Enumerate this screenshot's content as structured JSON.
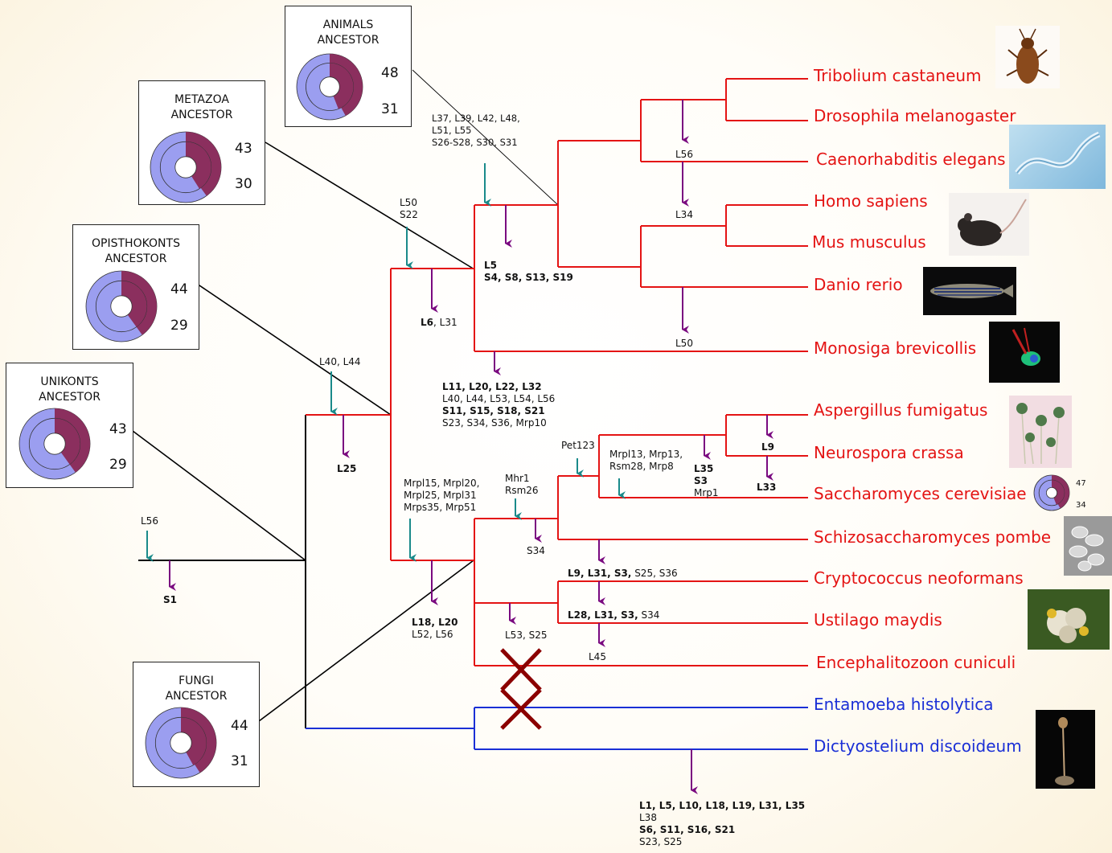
{
  "colors": {
    "animal_branch": "#e41414",
    "protist_branch": "#1a2fd6",
    "gain_arrow": "#1a8a8a",
    "loss_arrow": "#7a0a80",
    "donut_dark": "#8b2f5e",
    "donut_light": "#9b9ef0",
    "cross": "#8b0000"
  },
  "ancestors": [
    {
      "id": "animals",
      "title_line1": "ANIMALS",
      "title_line2": "ANCESTOR",
      "top_value": "48",
      "bottom_value": "31",
      "outer_fraction": 0.42,
      "inner_fraction": 0.44
    },
    {
      "id": "metazoa",
      "title_line1": "METAZOA",
      "title_line2": "ANCESTOR",
      "top_value": "43",
      "bottom_value": "30",
      "outer_fraction": 0.4,
      "inner_fraction": 0.41
    },
    {
      "id": "opisthokonts",
      "title_line1": "OPISTHOKONTS",
      "title_line2": "ANCESTOR",
      "top_value": "44",
      "bottom_value": "29",
      "outer_fraction": 0.4,
      "inner_fraction": 0.4
    },
    {
      "id": "unikonts",
      "title_line1": "UNIKONTS",
      "title_line2": "ANCESTOR",
      "top_value": "43",
      "bottom_value": "29",
      "outer_fraction": 0.4,
      "inner_fraction": 0.4
    },
    {
      "id": "fungi",
      "title_line1": "FUNGI",
      "title_line2": "ANCESTOR",
      "top_value": "44",
      "bottom_value": "31",
      "outer_fraction": 0.41,
      "inner_fraction": 0.42
    }
  ],
  "yeast_donut": {
    "top_value": "47",
    "bottom_value": "34",
    "outer_fraction": 0.42,
    "inner_fraction": 0.44
  },
  "species": [
    {
      "name": "Tribolium castaneum",
      "group": "animal",
      "icon": "beetle-photo"
    },
    {
      "name": "Drosophila melanogaster",
      "group": "animal",
      "icon": ""
    },
    {
      "name": "Caenorhabditis elegans",
      "group": "animal",
      "icon": "nematode-photo"
    },
    {
      "name": "Homo sapiens",
      "group": "animal",
      "icon": "mouse-photo"
    },
    {
      "name": "Mus musculus",
      "group": "animal",
      "icon": ""
    },
    {
      "name": "Danio rerio",
      "group": "animal",
      "icon": "zebrafish-photo"
    },
    {
      "name": "Monosiga brevicollis",
      "group": "animal",
      "icon": "choanoflagellate-photo"
    },
    {
      "name": "Aspergillus fumigatus",
      "group": "fungi",
      "icon": "aspergillus-photo"
    },
    {
      "name": "Neurospora crassa",
      "group": "fungi",
      "icon": ""
    },
    {
      "name": "Saccharomyces cerevisiae",
      "group": "fungi",
      "icon": "yeast-donut"
    },
    {
      "name": "Schizosaccharomyces pombe",
      "group": "fungi",
      "icon": "fission-yeast-photo"
    },
    {
      "name": "Cryptococcus neoformans",
      "group": "fungi",
      "icon": ""
    },
    {
      "name": "Ustilago maydis",
      "group": "fungi",
      "icon": "corn-smut-photo"
    },
    {
      "name": "Encephalitozoon cuniculi",
      "group": "fungi",
      "icon": ""
    },
    {
      "name": "Entamoeba histolytica",
      "group": "protist",
      "icon": ""
    },
    {
      "name": "Dictyostelium discoideum",
      "group": "protist",
      "icon": "slime-mold-photo"
    }
  ],
  "events": {
    "animals_gain": [
      "L37, L39, L42, L48,",
      "L51, L55",
      "S26-S28, S30, S31"
    ],
    "metazoa_gain": [
      "L50",
      "S22"
    ],
    "metazoa_loss": {
      "bold1": "L5",
      "bold2": "S4, S8, S13, S19"
    },
    "opisthokont_loss": {
      "bold": "L6",
      "plain": ", L31"
    },
    "holozoa_loss": {
      "bold1": "L11, L20, L22, L32",
      "plain1": "L40, L44, L53, L54, L56",
      "bold2": "S11, S15, S18, S21",
      "plain2": "S23, S34, S36, Mrp10"
    },
    "unikont_gain": "L40, L44",
    "unikont_loss": "L25",
    "outgroup_gain": "L56",
    "outgroup_loss": "S1",
    "fungi_gain": [
      "Mrpl15, Mrpl20,",
      "Mrpl25, Mrpl31",
      "Mrps35, Mrp51"
    ],
    "fungi_loss": {
      "bold": "L18, L20",
      "plain": "L52, L56"
    },
    "dikarya_gain": [
      "Mhr1",
      "Rsm26"
    ],
    "dikarya_loss": "S34",
    "pezizo_gain": "Pet123",
    "sacch_gain": [
      "Mrpl13, Mrp13,",
      "Rsm28, Mrp8"
    ],
    "pezizo_loss": {
      "bold1": "L35",
      "bold2": "S3",
      "plain": "Mrp1"
    },
    "neurospora_loss": "L9",
    "neurospora_loss2": "L33",
    "basidio_loss_crypto": {
      "bold": "L9, L31, S3,",
      "plain": " S25, S36"
    },
    "basidio_loss_ustilago": {
      "bold": "L28, L31, S3,",
      "plain": " S34"
    },
    "ustilago_loss": "L45",
    "microsporidia_loss": "L53, S25",
    "insect_loss": "L56",
    "vertebrate_loss": "L34",
    "danio_loss": "L50",
    "dicty_loss": {
      "bold1": "L1, L5, L10, L18, L19, L31, L35",
      "plain1": "L38",
      "bold2": "S6, S11, S16, S21",
      "plain2": "S23, S25"
    }
  }
}
